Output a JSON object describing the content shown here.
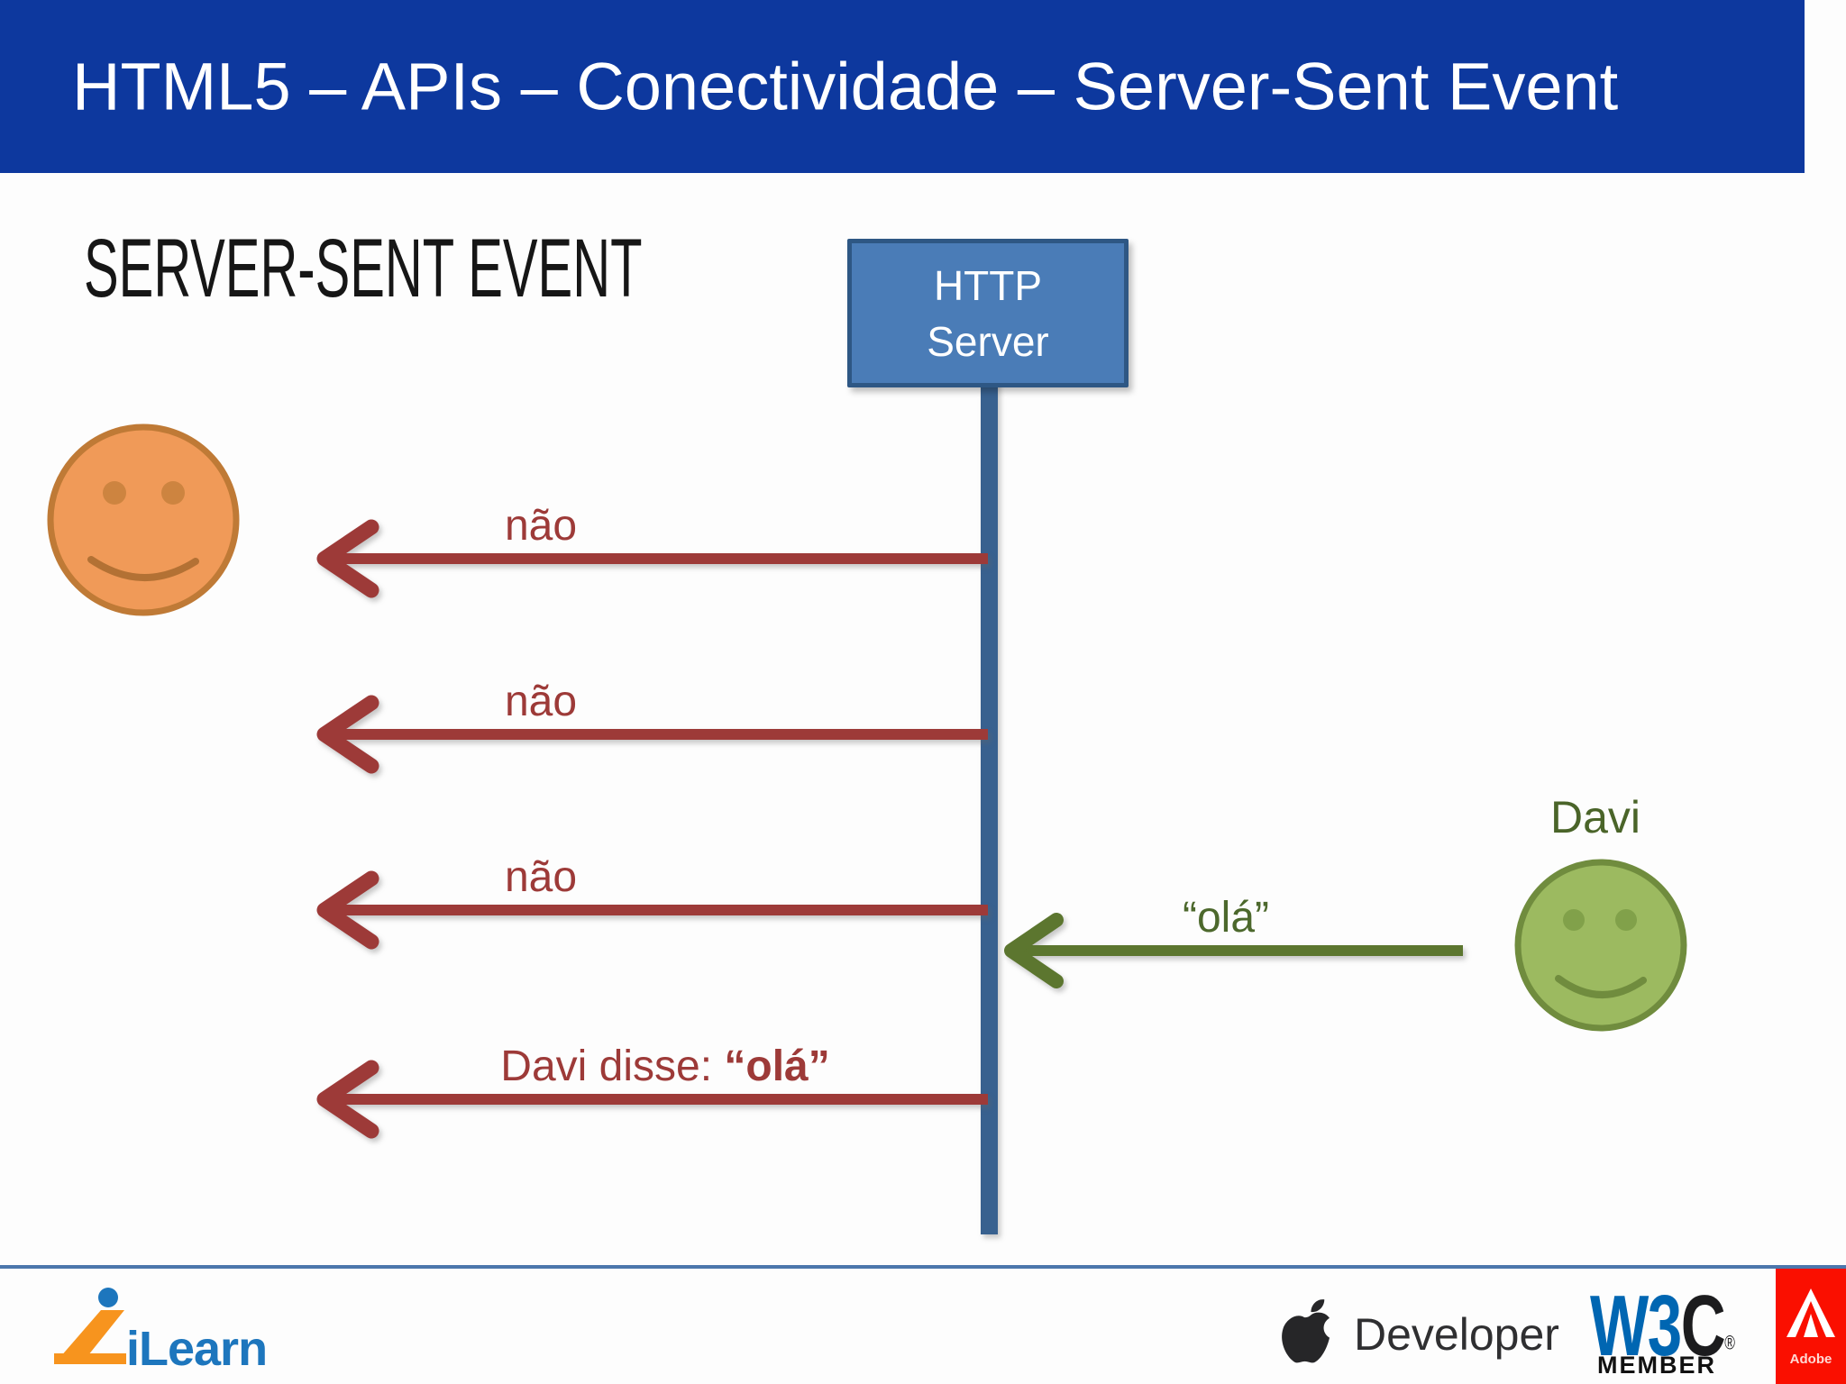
{
  "slide": {
    "title": "HTML5 – APIs – Conectividade – Server-Sent Event",
    "heading": "SERVER-SENT EVENT"
  },
  "server_box": {
    "line1": "HTTP",
    "line2": "Server"
  },
  "actors": {
    "davi_label": "Davi"
  },
  "messages": {
    "nao1": "não",
    "nao2": "não",
    "nao3": "não",
    "ola": "“olá”",
    "davi_disse_prefix": "Davi disse: ",
    "davi_disse_quote": "“olá”"
  },
  "colors": {
    "header_bg": "#0d389e",
    "box_fill": "#4a7cb7",
    "box_border": "#2e5784",
    "lifeline_blue": "#38618f",
    "arrow_red": "#9d3a38",
    "arrow_green": "#5c762f",
    "green_text": "#4c682c",
    "smiley_orange_fill": "#f09a58",
    "smiley_orange_border": "#bf7a36",
    "smiley_green_fill": "#9cba60",
    "smiley_green_border": "#708c3e",
    "ilearn_blue": "#1d76bd",
    "ilearn_orange": "#f7941e",
    "w3c_blue": "#0066b2",
    "adobe_red": "#fa0f00"
  },
  "footer": {
    "ilearn_wordmark": "iLearn",
    "apple_developer": "Developer",
    "w3c_w3": "W3",
    "w3c_c": "C",
    "w3c_reg": "®",
    "w3c_member": "MEMBER",
    "adobe_wordmark": "Adobe"
  }
}
